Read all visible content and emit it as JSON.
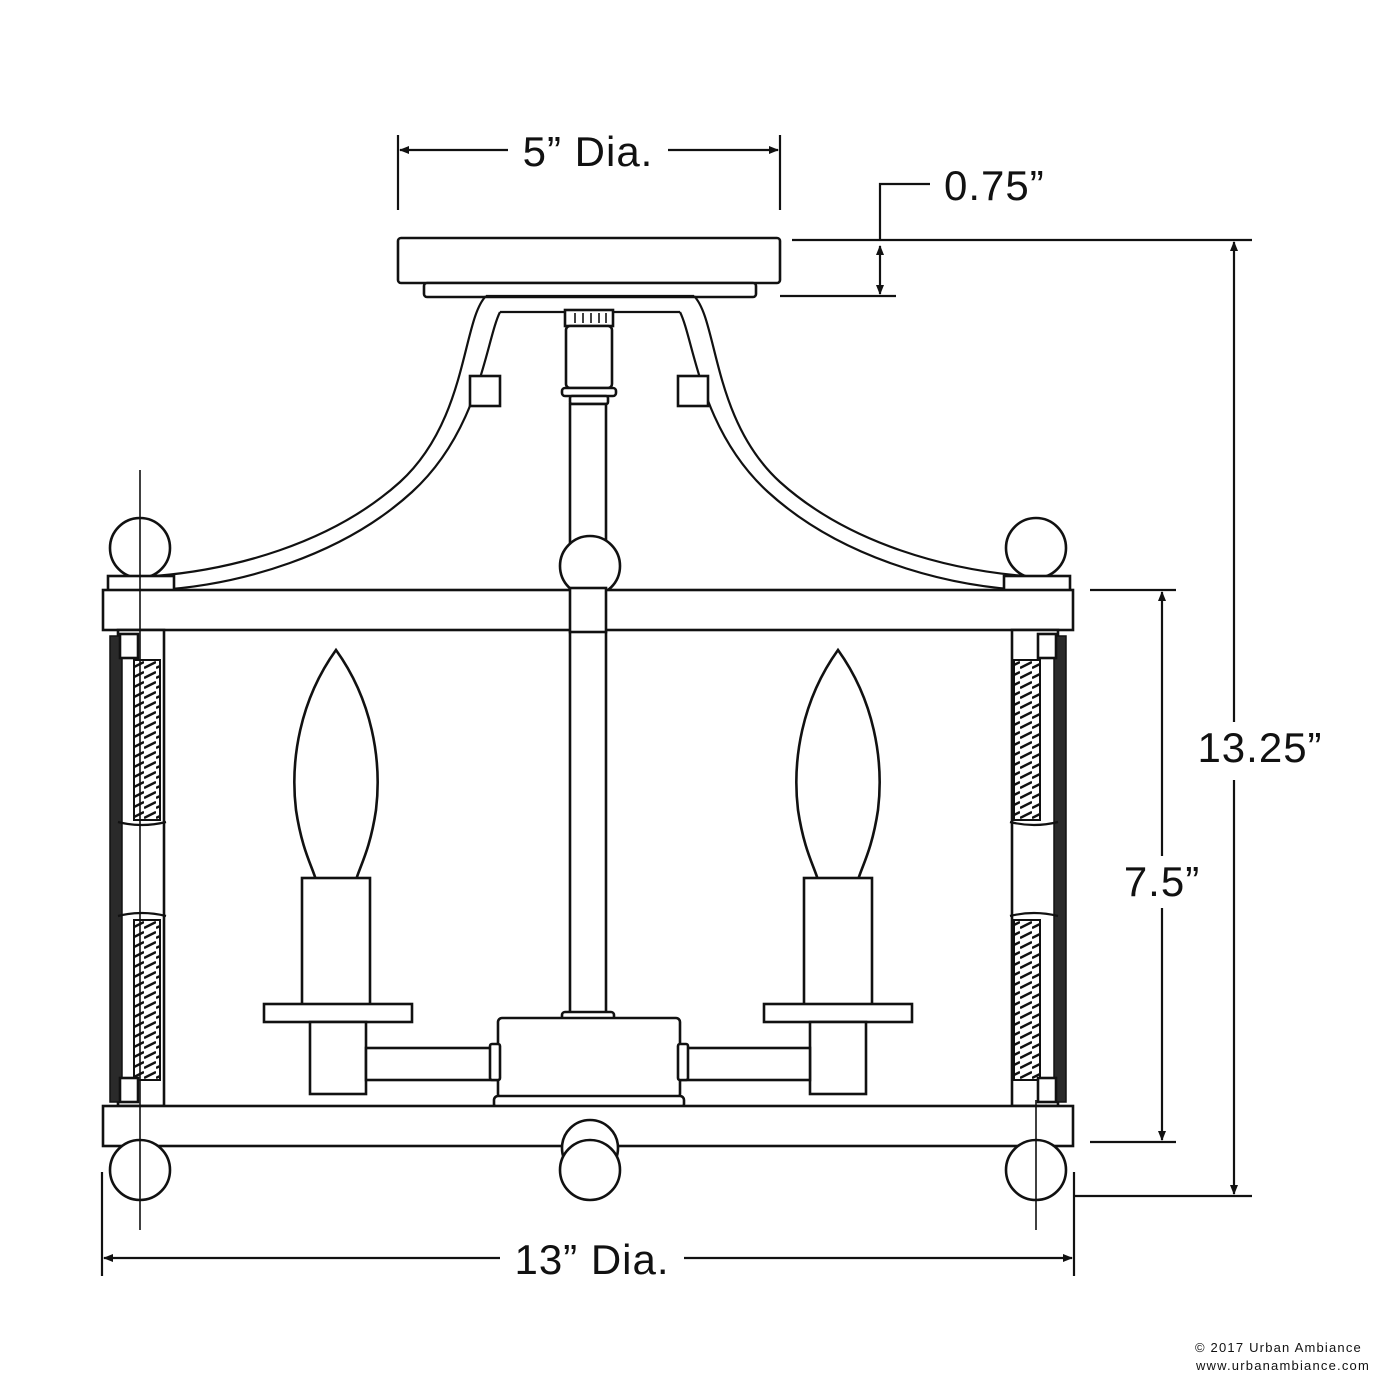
{
  "dimensions": {
    "canopy_diameter": "5” Dia.",
    "canopy_height": "0.75”",
    "overall_height": "13.25”",
    "body_height": "7.5”",
    "overall_diameter": "13” Dia."
  },
  "footer": {
    "copyright": "© 2017 Urban Ambiance",
    "website": "www.urbanambiance.com"
  },
  "colors": {
    "line": "#111111",
    "background": "#ffffff"
  }
}
